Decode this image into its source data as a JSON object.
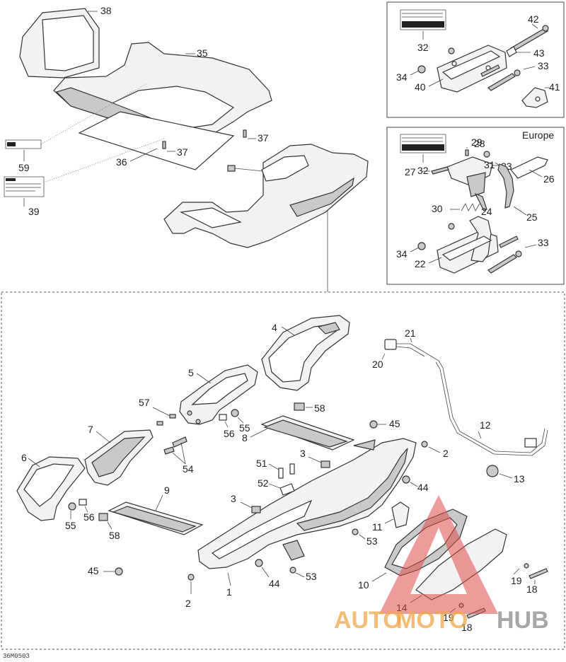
{
  "diagram": {
    "region_label": "Europe",
    "figure_code": "36M0503",
    "watermark": {
      "prefix": "AUTO",
      "middle": "MOTO",
      "suffix": "HUB"
    },
    "callouts": {
      "c1": "1",
      "c2a": "2",
      "c2b": "2",
      "c3a": "3",
      "c3b": "3",
      "c4": "4",
      "c5": "5",
      "c6": "6",
      "c7": "7",
      "c8": "8",
      "c9": "9",
      "c10": "10",
      "c11": "11",
      "c12": "12",
      "c13": "13",
      "c14": "14",
      "c18a": "18",
      "c18b": "18",
      "c19a": "19",
      "c19b": "19",
      "c20": "20",
      "c21": "21",
      "c22": "22",
      "c23": "23",
      "c24": "24",
      "c25": "25",
      "c26": "26",
      "c27": "27",
      "c28": "28",
      "c29": "29",
      "c30": "30",
      "c31": "31",
      "c32a": "32",
      "c32b": "32",
      "c33a": "33",
      "c33b": "33",
      "c34a": "34",
      "c34b": "34",
      "c35": "35",
      "c36": "36",
      "c37a": "37",
      "c37b": "37",
      "c38": "38",
      "c39": "39",
      "c40": "40",
      "c41": "41",
      "c42": "42",
      "c43": "43",
      "c44a": "44",
      "c44b": "44",
      "c45a": "45",
      "c45b": "45",
      "c51": "51",
      "c52": "52",
      "c53a": "53",
      "c53b": "53",
      "c54": "54",
      "c55a": "55",
      "c55b": "55",
      "c56a": "56",
      "c56b": "56",
      "c57": "57",
      "c58a": "58",
      "c58b": "58",
      "c59": "59"
    },
    "colors": {
      "watermark_red": "#e04848",
      "watermark_orange": "#f0a64a",
      "watermark_grey": "#8a8a8a"
    }
  }
}
